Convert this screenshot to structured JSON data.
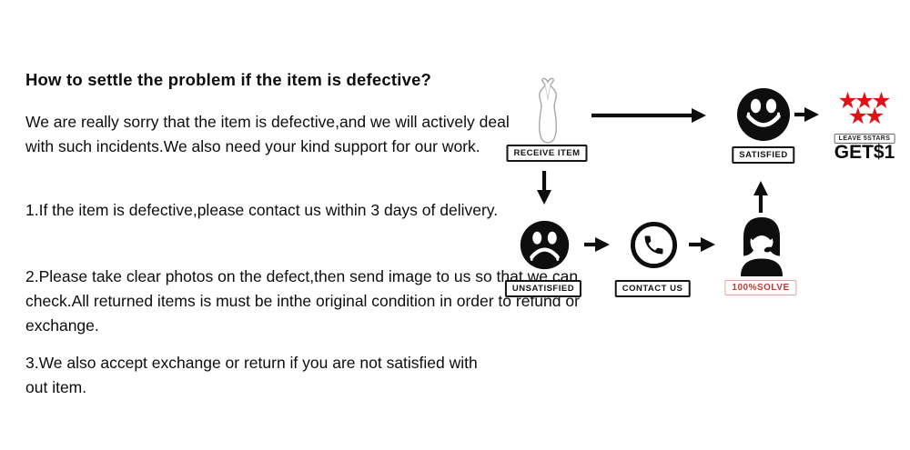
{
  "page": {
    "background": "#ffffff"
  },
  "instructions": {
    "title": "How to settle the problem if the item is defective?",
    "paragraphs": [
      "We are really sorry that the item is defective,and we will actively deal with such incidents.We also need your kind support for our work.",
      "1.If the item is defective,please contact us within 3 days of delivery.",
      "2.Please take clear photos on the defect,then send image to us so that we can check.All returned items is must be inthe original condition in order to refund or exchange.",
      "3.We also accept exchange or return if you are not satisfied with out item."
    ]
  },
  "flowchart": {
    "receive_item": {
      "label": "RECEIVE ITEM",
      "icon": "dress-icon"
    },
    "satisfied": {
      "label": "SATISFIED",
      "icon": "happy-face-icon"
    },
    "leave_stars": {
      "label": "LEAVE 5STARS",
      "reward": "GET$1",
      "icon": "five-stars-icon",
      "star_count": 5,
      "stars_row1": "★★★",
      "stars_row2": "★★"
    },
    "unsatisfied": {
      "label": "UNSATISFIED",
      "icon": "sad-face-icon"
    },
    "contact_us": {
      "label": "CONTACT US",
      "icon": "phone-icon"
    },
    "solve": {
      "label": "100%SOLVE",
      "icon": "customer-service-icon"
    },
    "colors": {
      "star_red": "#e01218",
      "solve_red": "#c23a30",
      "icon_black": "#0e0e0e",
      "dress_outline": "#a8a8a8"
    }
  }
}
